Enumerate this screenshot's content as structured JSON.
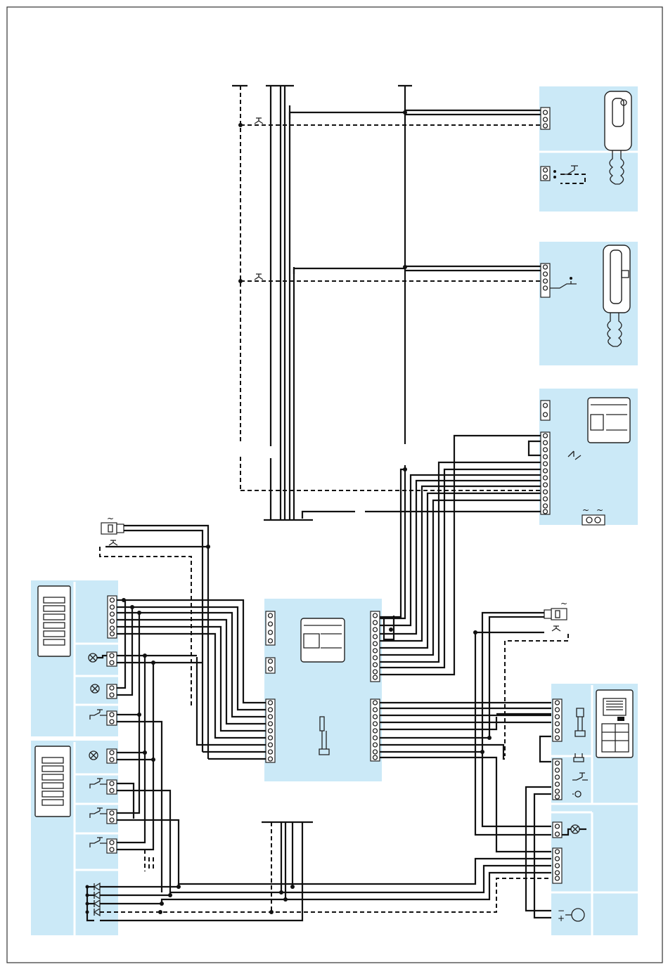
{
  "colors": {
    "panel": "#cbe9f7",
    "wire": "#111111",
    "frame": "#333333"
  },
  "symbols": {
    "ac": "~",
    "plus": "+",
    "minus": "−"
  },
  "devices": [
    "handset-1",
    "handset-2",
    "door-control-unit",
    "central-power-unit",
    "outdoor-panel",
    "button-panel-a",
    "button-panel-b",
    "bell-left",
    "bell-right"
  ]
}
